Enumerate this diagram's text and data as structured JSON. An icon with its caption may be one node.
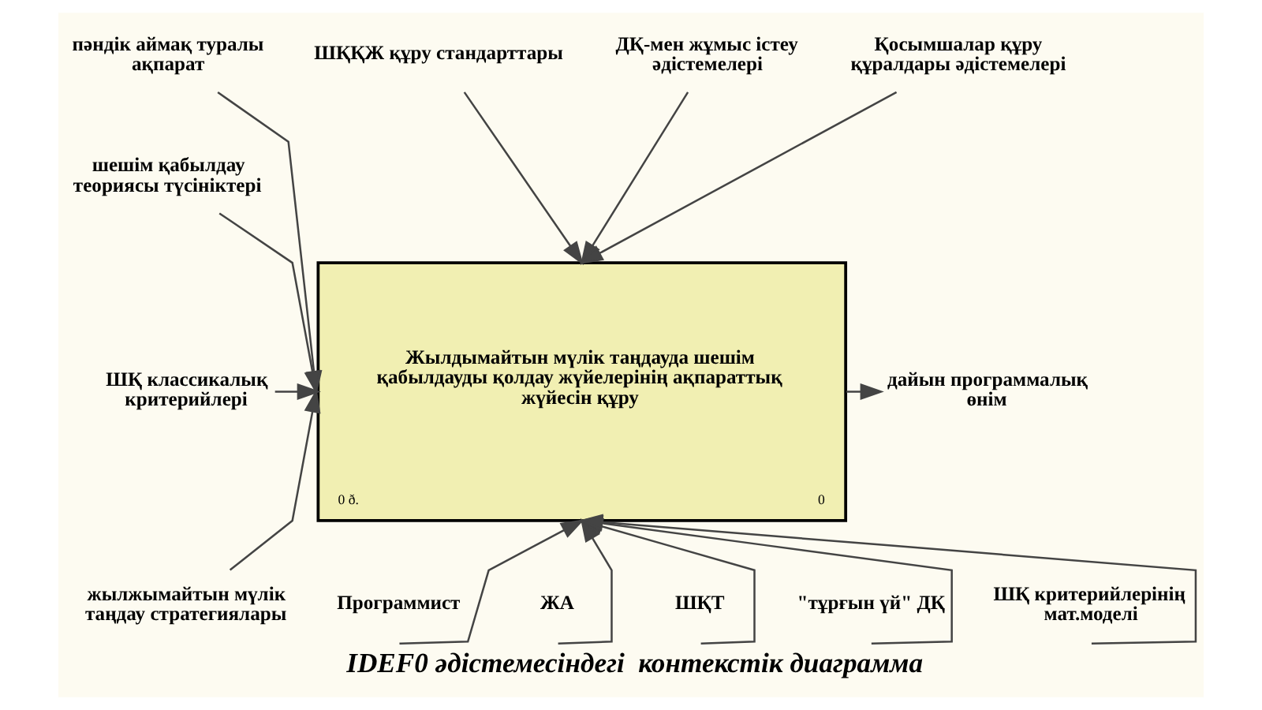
{
  "diagram": {
    "caption": "IDEF0 әдістемесіндегі  контекстік диаграмма",
    "nodes": [
      {
        "text": [
          "Жылдымайтын мүлік таңдауда шешім қабылдауды қолдау жүйелерінің ақпараттық жүйесін құру",
          "0 ð.",
          "0"
        ]
      },
      {
        "text": [
          "ШҚҚЖ құру стандарттары"
        ]
      },
      {
        "text": [
          "ДҚ-мен жұмыс істеу әдістемелері"
        ]
      },
      {
        "text": [
          "Қосымшалар құру құралдары әдістемелері"
        ]
      },
      {
        "text": [
          "пәндік аймақ туралы ақпарат"
        ]
      },
      {
        "text": [
          "шешім қабылдау теориясы түсініктері"
        ]
      },
      {
        "text": [
          "ШҚ классикалық критерийлері"
        ]
      },
      {
        "text": [
          "жылжымайтын мүлік таңдау стратегиялары"
        ]
      },
      {
        "text": [
          "дайын программалық өнім"
        ]
      },
      {
        "text": [
          "Программист"
        ]
      },
      {
        "text": [
          "ЖА"
        ]
      },
      {
        "text": [
          "ШҚТ"
        ]
      },
      {
        "text": [
          "\"тұрғын үй\" ДҚ"
        ]
      },
      {
        "text": [
          "ШҚ критерийлерінің мат.моделі"
        ]
      }
    ],
    "edges": [
      {
        "from": 1,
        "to": 0,
        "arrow": "to"
      },
      {
        "from": 2,
        "to": 0,
        "arrow": "to"
      },
      {
        "from": 3,
        "to": 0,
        "arrow": "to"
      },
      {
        "from": 4,
        "to": 0,
        "arrow": "to"
      },
      {
        "from": 5,
        "to": 0,
        "arrow": "to"
      },
      {
        "from": 6,
        "to": 0,
        "arrow": "to"
      },
      {
        "from": 7,
        "to": 0,
        "arrow": "to"
      },
      {
        "from": 0,
        "to": 8,
        "arrow": "to"
      },
      {
        "from": 9,
        "to": 0,
        "arrow": "to"
      },
      {
        "from": 10,
        "to": 0,
        "arrow": "to"
      },
      {
        "from": 11,
        "to": 0,
        "arrow": "to"
      },
      {
        "from": 12,
        "to": 0,
        "arrow": "to"
      },
      {
        "from": 13,
        "to": 0,
        "arrow": "to"
      }
    ]
  }
}
